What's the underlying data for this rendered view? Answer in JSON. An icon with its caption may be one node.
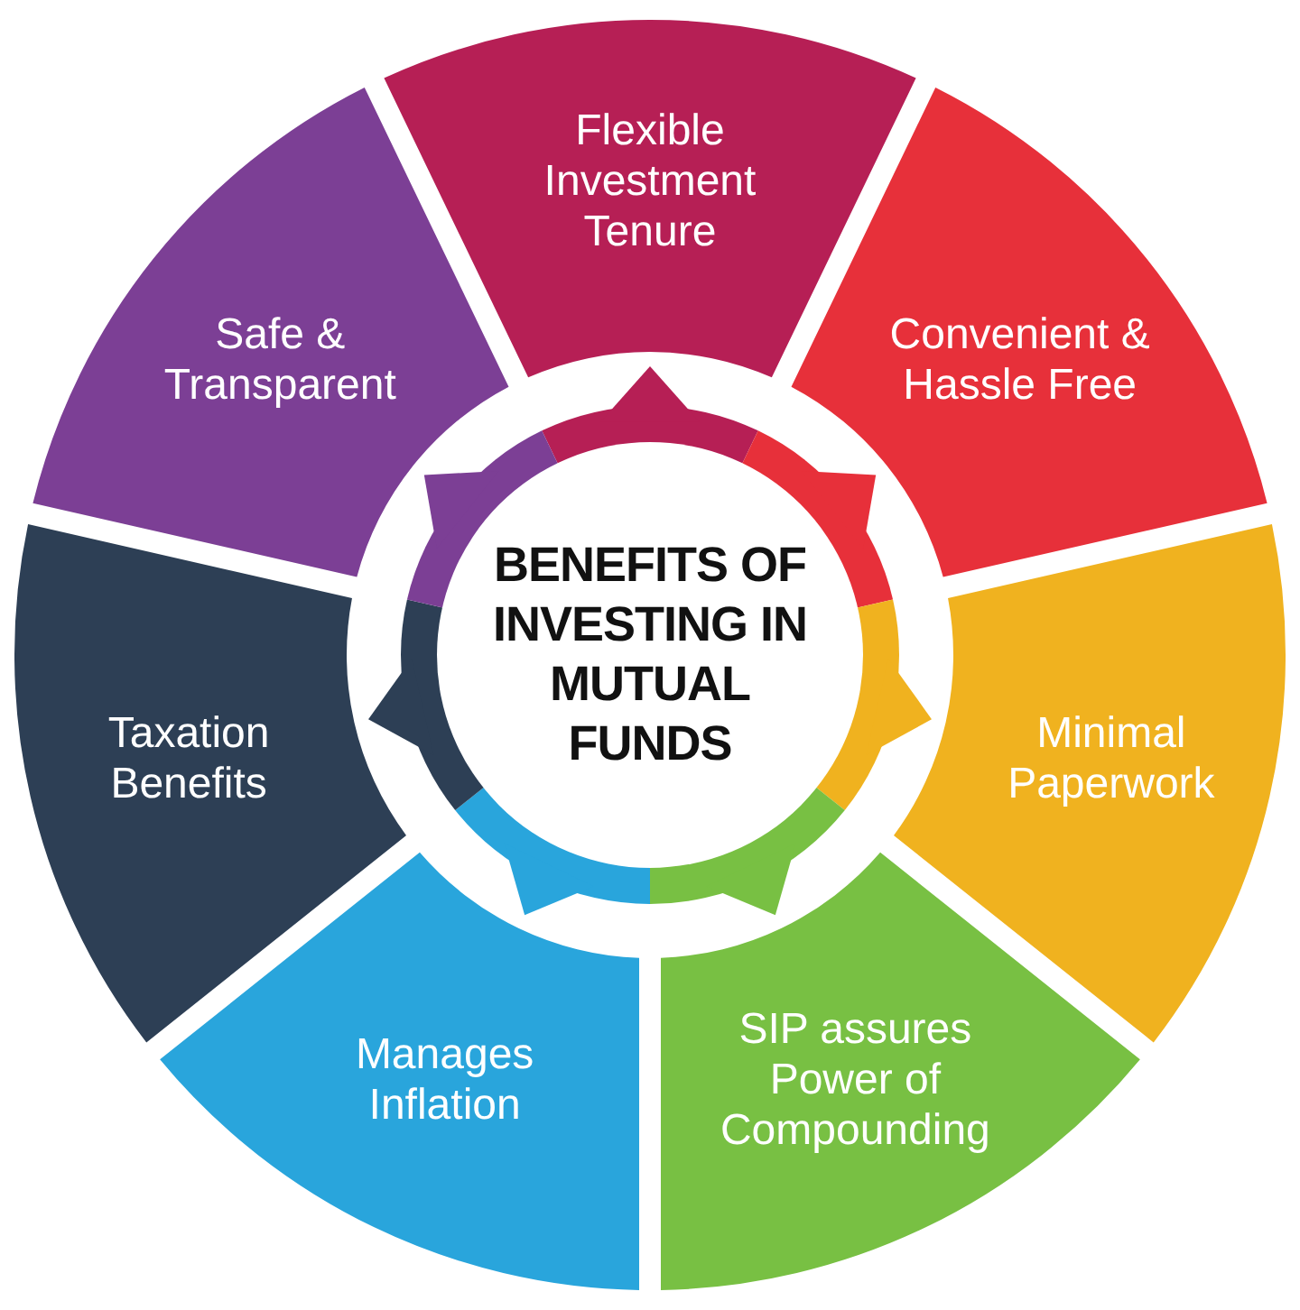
{
  "diagram": {
    "nodes": [
      {
        "text": [
          "BENEFITS OF INVESTING IN MUTUAL FUNDS"
        ]
      },
      {
        "text": [
          "Flexible Investment Tenure"
        ]
      },
      {
        "text": [
          "Convenient & Hassle Free"
        ]
      },
      {
        "text": [
          "Minimal Paperwork"
        ]
      },
      {
        "text": [
          "SIP assures Power of Compounding"
        ]
      },
      {
        "text": [
          "Manages Inflation"
        ]
      },
      {
        "text": [
          "Taxation Benefits"
        ]
      },
      {
        "text": [
          "Safe & Transparent"
        ]
      }
    ]
  }
}
